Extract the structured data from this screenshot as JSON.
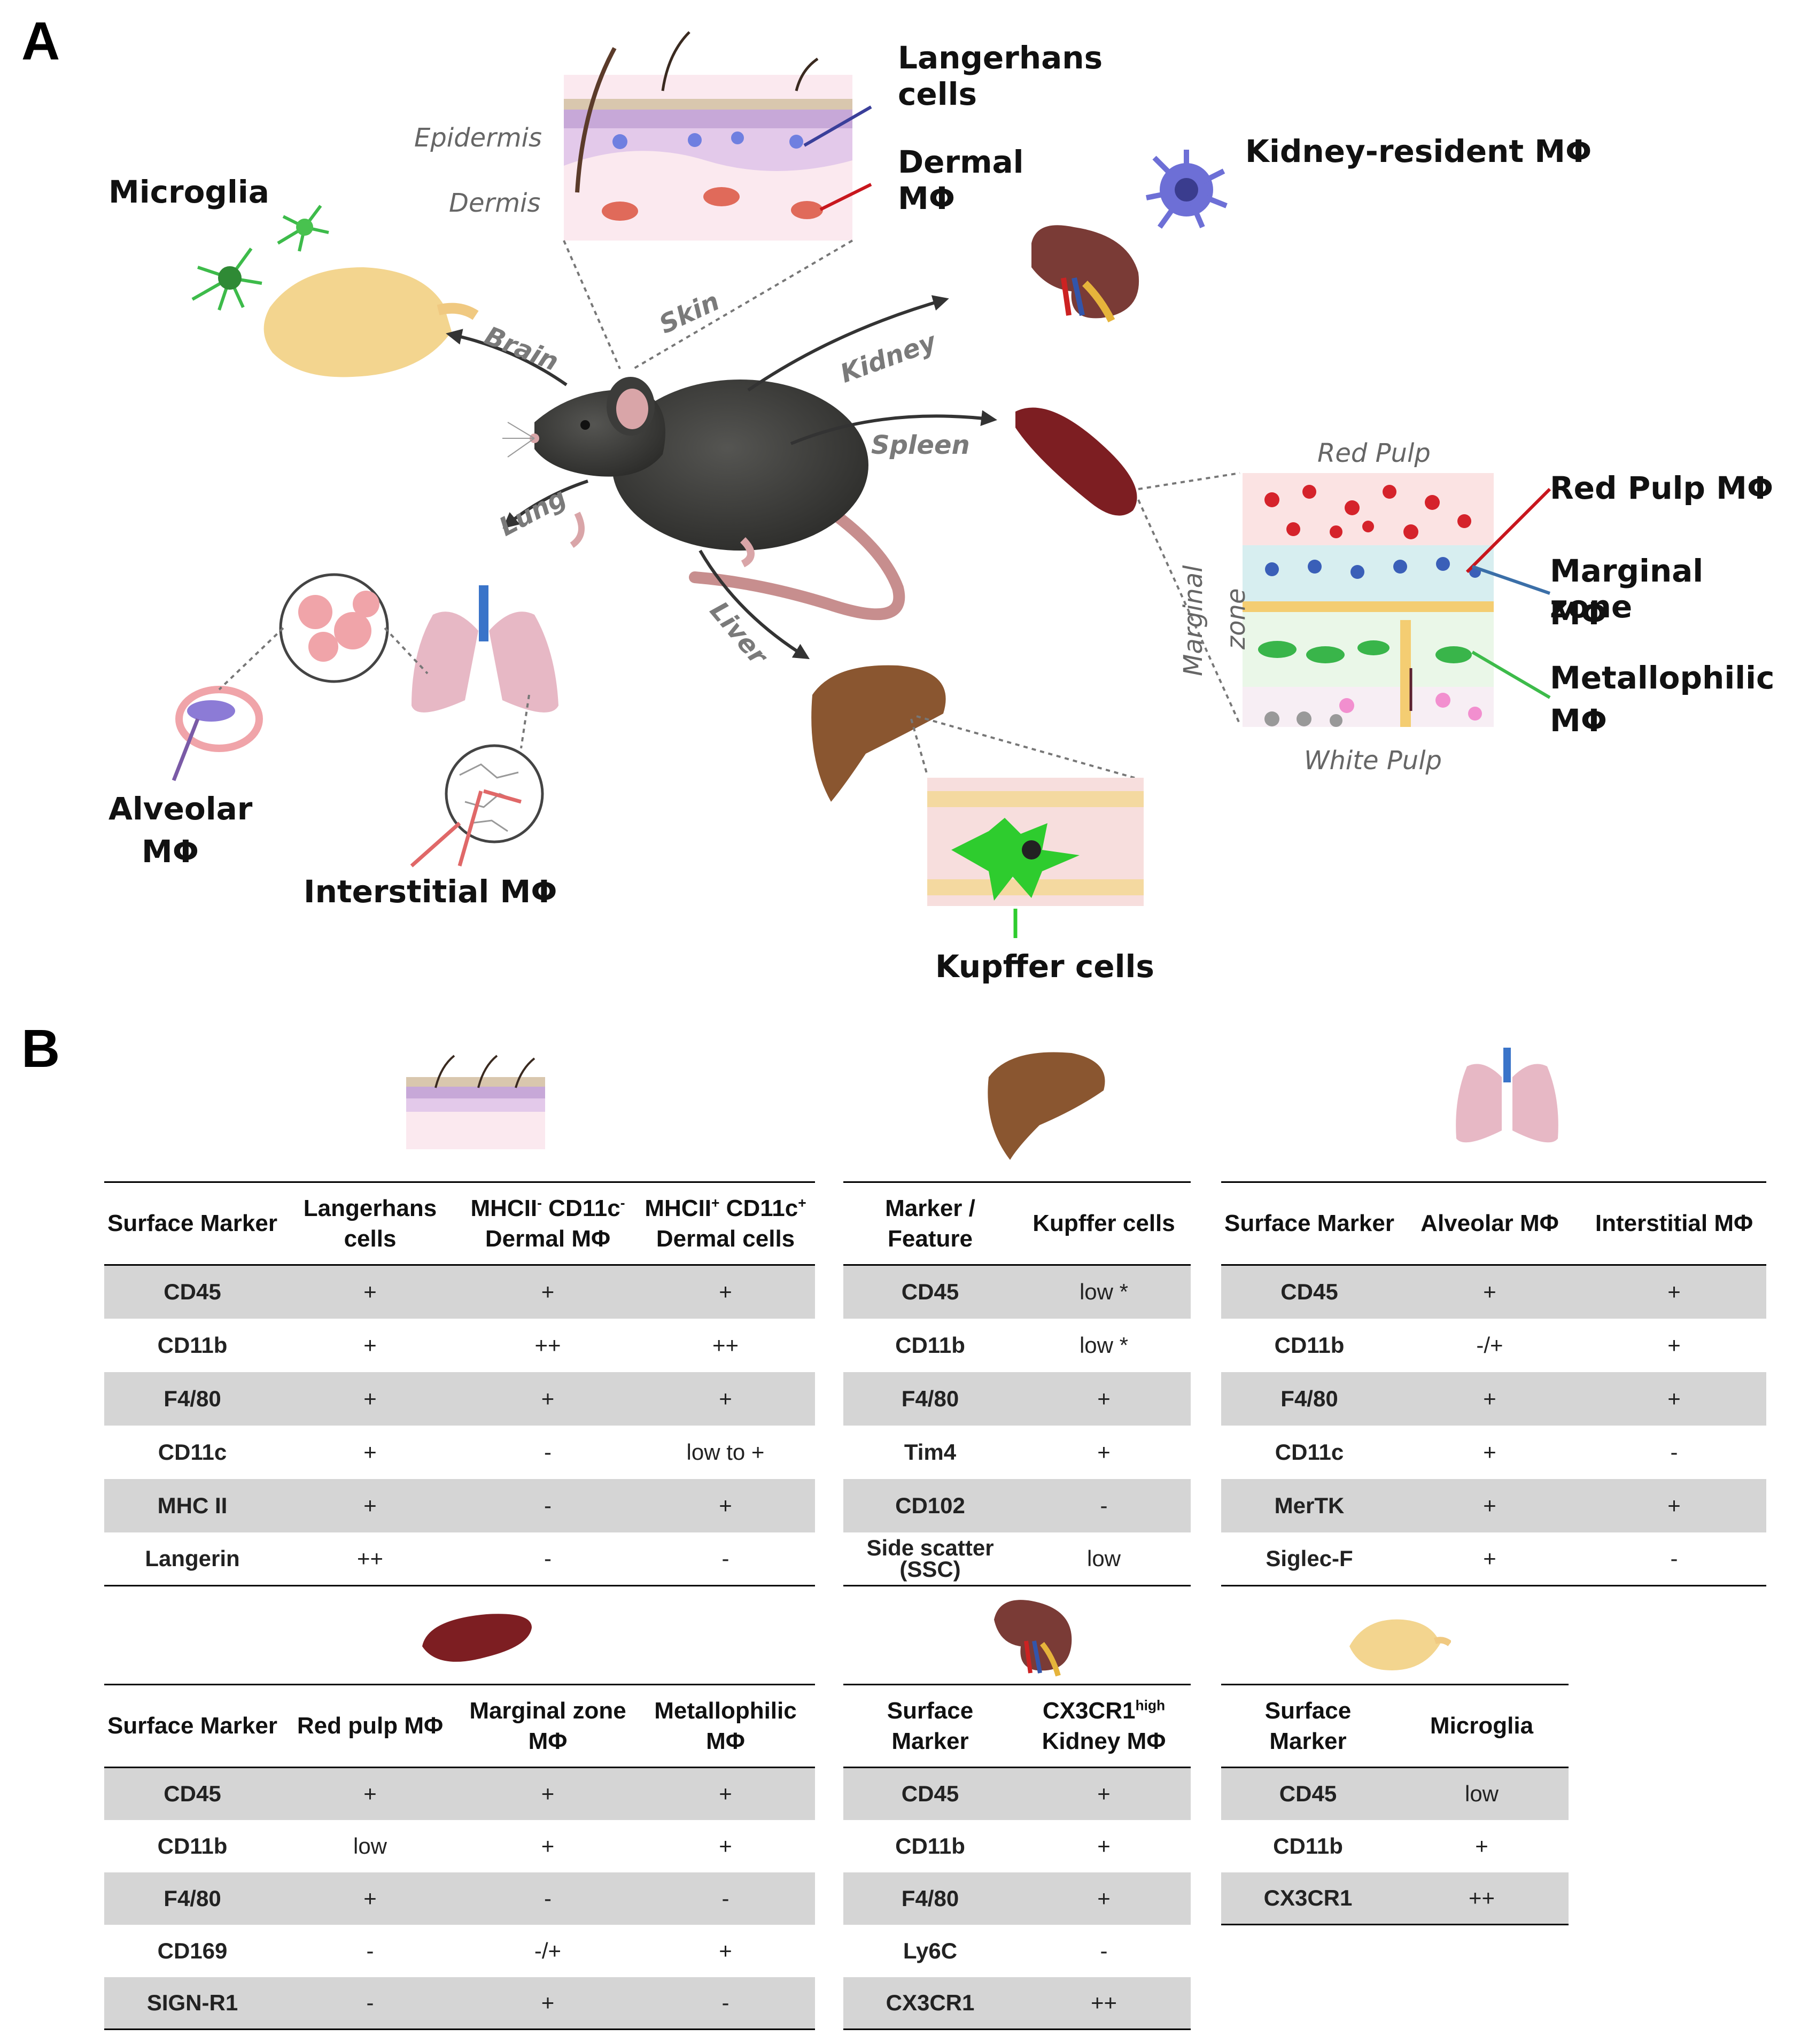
{
  "panel_a": {
    "letter": "A",
    "organs": {
      "brain": "Brain",
      "skin": "Skin",
      "kidney": "Kidney",
      "spleen": "Spleen",
      "lung": "Lung",
      "liver": "Liver"
    },
    "skin_layers": {
      "epidermis": "Epidermis",
      "dermis": "Dermis"
    },
    "spleen_regions": {
      "red_pulp": "Red Pulp",
      "marginal": "Marginal",
      "zone": "zone",
      "white_pulp": "White Pulp"
    },
    "cells": {
      "microglia": "Microglia",
      "langerhans_1": "Langerhans",
      "langerhans_2": "cells",
      "dermal_1": "Dermal",
      "dermal_2": "MΦ",
      "kidney": "Kidney-resident MΦ",
      "red_pulp": "Red Pulp MΦ",
      "marginal_1": "Marginal zone",
      "marginal_2": "MΦ",
      "metallophilic_1": "Metallophilic",
      "metallophilic_2": "MΦ",
      "alveolar_1": "Alveolar",
      "alveolar_2": "MΦ",
      "interstitial": "Interstitial MΦ",
      "kupffer": "Kupffer cells"
    },
    "colors": {
      "mouse": "#3d3d3b",
      "langerhans": "#3a3f9a",
      "dermal": "#c8161d",
      "kidney_cell": "#6d6fd6",
      "red_pulp": "#c8161d",
      "marginal": "#3b6fa8",
      "metallophilic": "#3dbb4a",
      "alveolar": "#7a5aa6",
      "interstitial": "#e06868",
      "kupffer": "#2ecc2e",
      "brain": "#f3d58f",
      "liver": "#8a5630",
      "spleen": "#7d1e22",
      "kidney": "#7a3b36",
      "lung": "#e7b8c5"
    }
  },
  "panel_b": {
    "letter": "B",
    "skin_table": {
      "headers": [
        "Surface Marker",
        "Langerhans cells",
        "MHCII",
        "CD11c",
        "Dermal MΦ",
        "MHCII",
        "CD11c",
        "Dermal cells"
      ],
      "rows": [
        [
          "CD45",
          "+",
          "+",
          "+"
        ],
        [
          "CD11b",
          "+",
          "++",
          "++"
        ],
        [
          "F4/80",
          "+",
          "+",
          "+"
        ],
        [
          "CD11c",
          "+",
          "-",
          "low to +"
        ],
        [
          "MHC II",
          "+",
          "-",
          "+"
        ],
        [
          "Langerin",
          "++",
          "-",
          "-"
        ]
      ]
    },
    "liver_table": {
      "headers": [
        "Marker /",
        "Feature",
        "Kupffer cells"
      ],
      "rows": [
        [
          "CD45",
          "low *"
        ],
        [
          "CD11b",
          "low *"
        ],
        [
          "F4/80",
          "+"
        ],
        [
          "Tim4",
          "+"
        ],
        [
          "CD102",
          "-"
        ],
        [
          "Side scatter (SSC)",
          "low"
        ]
      ]
    },
    "lung_table": {
      "headers": [
        "Surface Marker",
        "Alveolar MΦ",
        "Interstitial MΦ"
      ],
      "rows": [
        [
          "CD45",
          "+",
          "+"
        ],
        [
          "CD11b",
          "-/+",
          "+"
        ],
        [
          "F4/80",
          "+",
          "+"
        ],
        [
          "CD11c",
          "+",
          "-"
        ],
        [
          "MerTK",
          "+",
          "+"
        ],
        [
          "Siglec-F",
          "+",
          "-"
        ]
      ]
    },
    "spleen_table": {
      "headers": [
        "Surface Marker",
        "Red pulp MΦ",
        "Marginal zone MΦ",
        "Metallophilic MΦ"
      ],
      "rows": [
        [
          "CD45",
          "+",
          "+",
          "+"
        ],
        [
          "CD11b",
          "low",
          "+",
          "+"
        ],
        [
          "F4/80",
          "+",
          "-",
          "-"
        ],
        [
          "CD169",
          "-",
          "-/+",
          "+"
        ],
        [
          "SIGN-R1",
          "-",
          "+",
          "-"
        ]
      ]
    },
    "kidney_table": {
      "headers": [
        "Surface Marker",
        "CX3CR1",
        "high",
        "Kidney MΦ"
      ],
      "rows": [
        [
          "CD45",
          "+"
        ],
        [
          "CD11b",
          "+"
        ],
        [
          "F4/80",
          "+"
        ],
        [
          "Ly6C",
          "-"
        ],
        [
          "CX3CR1",
          "++"
        ]
      ]
    },
    "brain_table": {
      "headers": [
        "Surface Marker",
        "Microglia"
      ],
      "rows": [
        [
          "CD45",
          "low"
        ],
        [
          "CD11b",
          "+"
        ],
        [
          "CX3CR1",
          "++"
        ]
      ]
    }
  }
}
